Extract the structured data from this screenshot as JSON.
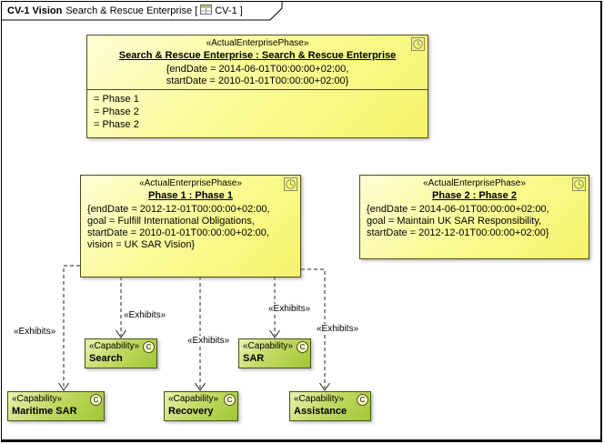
{
  "frame": {
    "title_bold": "CV-1 Vision",
    "title_text": "Search & Rescue Enterprise [",
    "title_code": "CV-1 ]"
  },
  "main_phase": {
    "stereotype": "«ActualEnterprisePhase»",
    "name": "Search & Rescue Enterprise : Search & Rescue Enterprise",
    "props": [
      "{endDate = 2014-06-01T00:00:00+02:00,",
      "startDate = 2010-01-01T00:00:00+02:00}"
    ],
    "items": [
      "= Phase 1",
      "= Phase 2",
      "= Phase 2"
    ]
  },
  "phase1": {
    "stereotype": "«ActualEnterprisePhase»",
    "name": "Phase 1 : Phase 1",
    "props": [
      "{endDate = 2012-12-01T00:00:00+02:00,",
      "goal = Fulfill International Obligations,",
      "startDate = 2010-01-01T00:00:00+02:00,",
      "vision = UK SAR Vision}"
    ]
  },
  "phase2": {
    "stereotype": "«ActualEnterprisePhase»",
    "name": "Phase 2 : Phase 2",
    "props": [
      "{endDate = 2014-06-01T00:00:00+02:00,",
      "goal = Maintain UK SAR Responsibility,",
      "startDate = 2012-12-01T00:00:00+02:00}"
    ]
  },
  "capabilities": [
    {
      "stereotype": "«Capability»",
      "name": "Search"
    },
    {
      "stereotype": "«Capability»",
      "name": "SAR"
    },
    {
      "stereotype": "«Capability»",
      "name": "Maritime SAR"
    },
    {
      "stereotype": "«Capability»",
      "name": "Recovery"
    },
    {
      "stereotype": "«Capability»",
      "name": "Assistance"
    }
  ],
  "edges": [
    {
      "label": "«Exhibits»"
    },
    {
      "label": "«Exhibits»"
    },
    {
      "label": "«Exhibits»"
    },
    {
      "label": "«Exhibits»"
    },
    {
      "label": "«Exhibits»"
    }
  ],
  "icons": {
    "capability_badge": "C"
  },
  "colors": {
    "phase_fill": "#fbfb9a",
    "capability_fill": "#9fc631",
    "node_border": "#4c4c1e",
    "connector": "#262626"
  }
}
